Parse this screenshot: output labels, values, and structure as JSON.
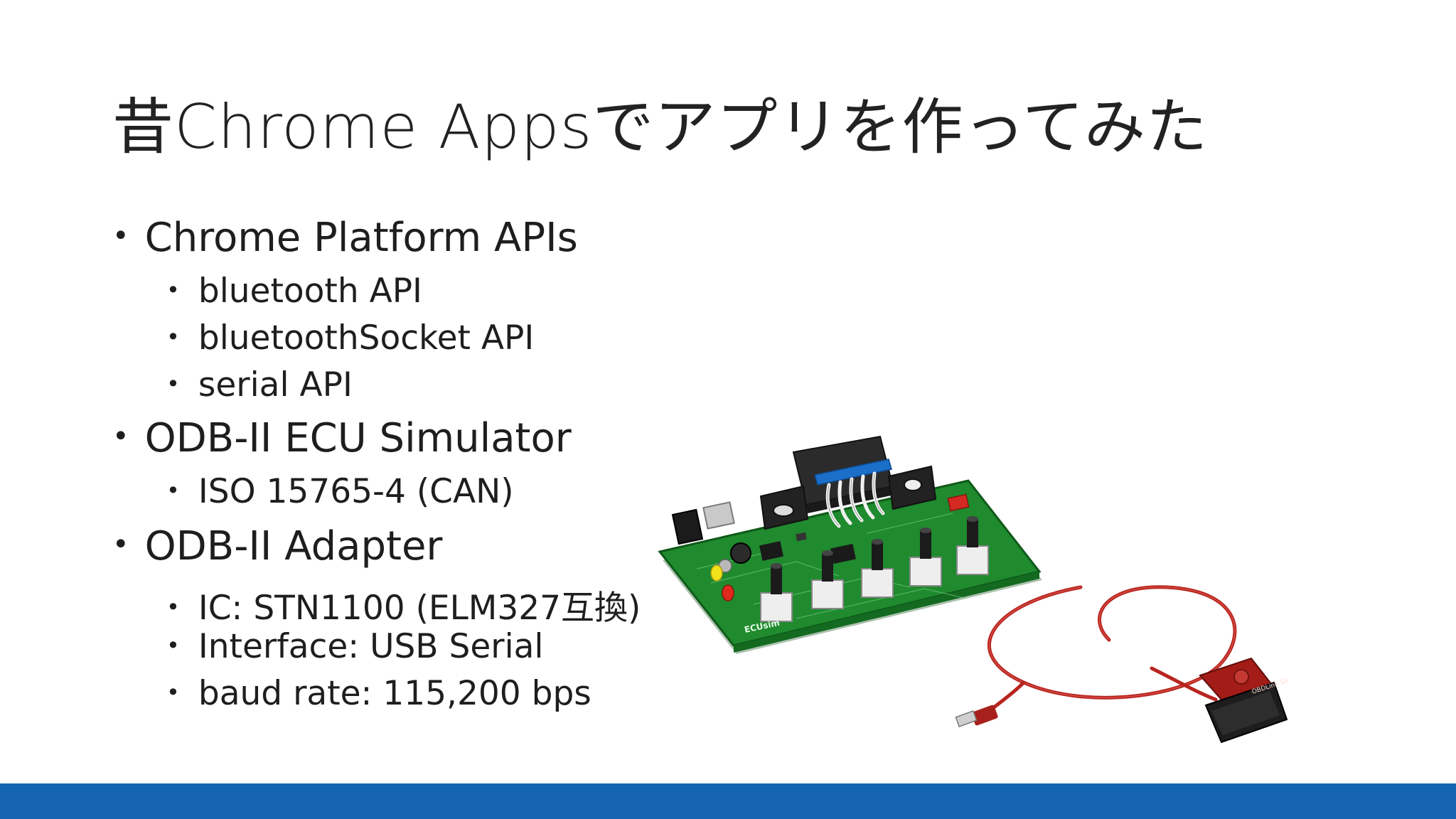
{
  "slide": {
    "title": "昔Chrome Appsでアプリを作ってみた",
    "bullets": [
      {
        "text": "Chrome Platform APIs",
        "sub": [
          "bluetooth API",
          "bluetoothSocket API",
          "serial API"
        ]
      },
      {
        "text": "ODB-II ECU Simulator",
        "sub": [
          "ISO 15765-4 (CAN)"
        ]
      },
      {
        "text": "ODB-II Adapter",
        "sub": [
          "IC: STN1100 (ELM327互換)",
          "Interface: USB Serial",
          "baud rate: 115,200 bps"
        ]
      }
    ],
    "board_label": "ECUsim",
    "adapter_label": "OBDLink SX"
  },
  "colors": {
    "footer": "#1565b3",
    "board_green": "#1f8a2e",
    "connector_blue": "#1b6fc9",
    "cable_red": "#b8241f"
  }
}
